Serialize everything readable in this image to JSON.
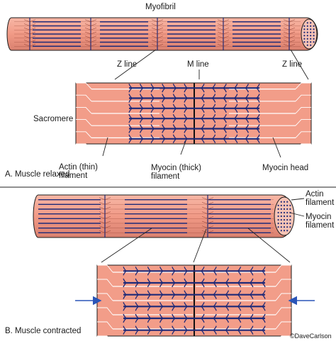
{
  "labels": {
    "myofibril": "Myofibril",
    "z_line_left": "Z line",
    "m_line": "M line",
    "z_line_right": "Z line",
    "sacromere": "Sacromere",
    "actin_thin_1": "Actin (thin)",
    "actin_thin_2": "filament",
    "myosin_thick_1": "Myocin (thick)",
    "myosin_thick_2": "filament",
    "myosin_head": "Myocin head",
    "muscle_relaxed": "A. Muscle relaxed",
    "actin_filament_1": "Actin",
    "actin_filament_2": "filament",
    "myosin_filament_1": "Myocin",
    "myosin_filament_2": "filament",
    "muscle_contracted": "B. Muscle contracted",
    "credit": "©DaveCarlson"
  },
  "colors": {
    "fiber_fill": "#f4a08c",
    "fiber_dark": "#e08674",
    "outline": "#1c1c1c",
    "filament_blue": "#1e2a78",
    "arrow_blue": "#2a55b8"
  }
}
